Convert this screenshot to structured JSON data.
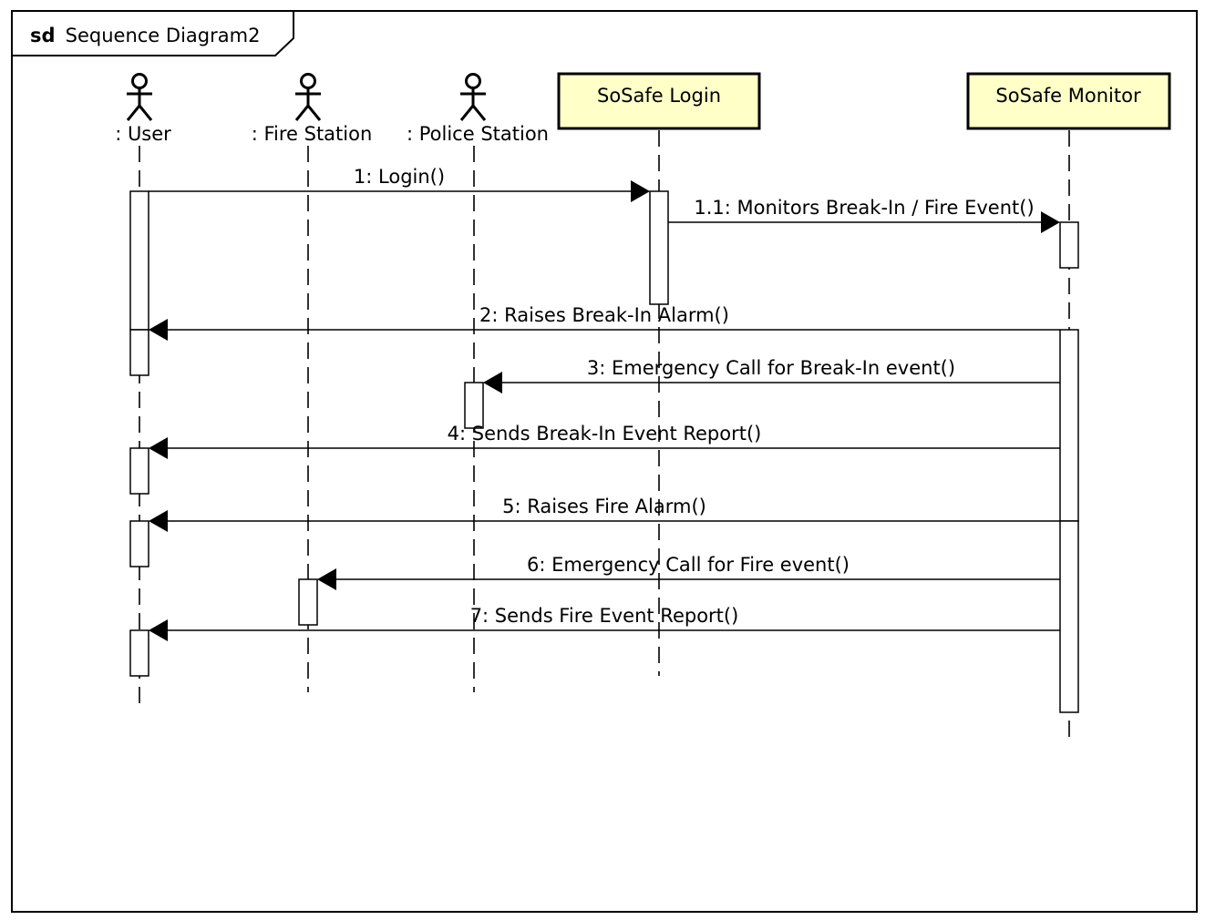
{
  "frame": {
    "keyword": "sd",
    "name": "Sequence Diagram2"
  },
  "colors": {
    "object_fill": "#ffffc8",
    "actor_head_fill": "#ffffc8",
    "line": "#000000",
    "background": "#ffffff"
  },
  "lifelines": [
    {
      "id": "user",
      "kind": "actor",
      "label": ": User"
    },
    {
      "id": "fire",
      "kind": "actor",
      "label": ": Fire Station"
    },
    {
      "id": "police",
      "kind": "actor",
      "label": ": Police Station"
    },
    {
      "id": "login",
      "kind": "object",
      "label": "SoSafe Login"
    },
    {
      "id": "monitor",
      "kind": "object",
      "label": "SoSafe Monitor"
    }
  ],
  "messages": [
    {
      "from": "user",
      "to": "login",
      "label": "1: Login()"
    },
    {
      "from": "login",
      "to": "monitor",
      "label": "1.1: Monitors Break-In / Fire Event()"
    },
    {
      "from": "monitor",
      "to": "user",
      "label": "2: Raises Break-In Alarm()"
    },
    {
      "from": "monitor",
      "to": "police",
      "label": "3: Emergency Call for Break-In event()"
    },
    {
      "from": "monitor",
      "to": "user",
      "label": "4: Sends Break-In Event Report()"
    },
    {
      "from": "monitor",
      "to": "user",
      "label": "5: Raises Fire Alarm()"
    },
    {
      "from": "monitor",
      "to": "fire",
      "label": "6: Emergency Call for Fire event()"
    },
    {
      "from": "monitor",
      "to": "user",
      "label": "7: Sends Fire Event Report()"
    }
  ]
}
